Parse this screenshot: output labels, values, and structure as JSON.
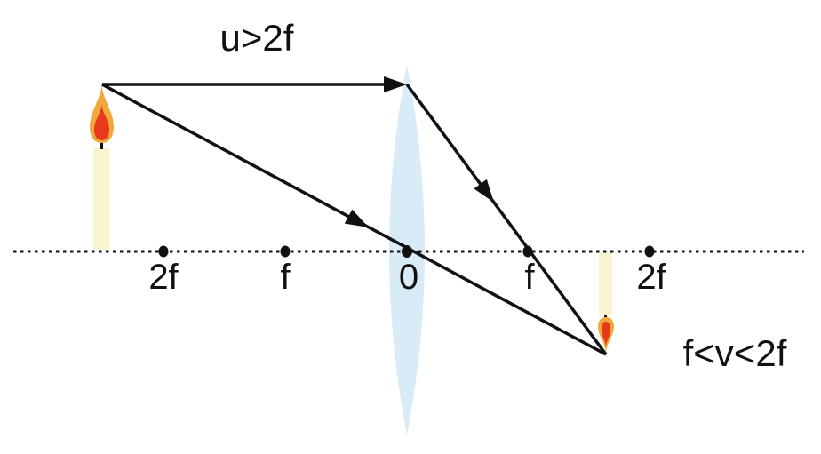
{
  "diagram": {
    "type": "convex-lens-ray-diagram",
    "object_region_label": "u>2f",
    "image_region_label": "f<v<2f"
  },
  "axis": {
    "points": [
      {
        "label": "2f"
      },
      {
        "label": "f"
      },
      {
        "label": "0"
      },
      {
        "label": "f"
      },
      {
        "label": "2f"
      }
    ]
  },
  "colors": {
    "lens": "#d9ebf7",
    "candle_body": "#faf3d0",
    "flame_outer": "#f2a93c",
    "flame_inner": "#e8391d",
    "ink": "#111111"
  }
}
